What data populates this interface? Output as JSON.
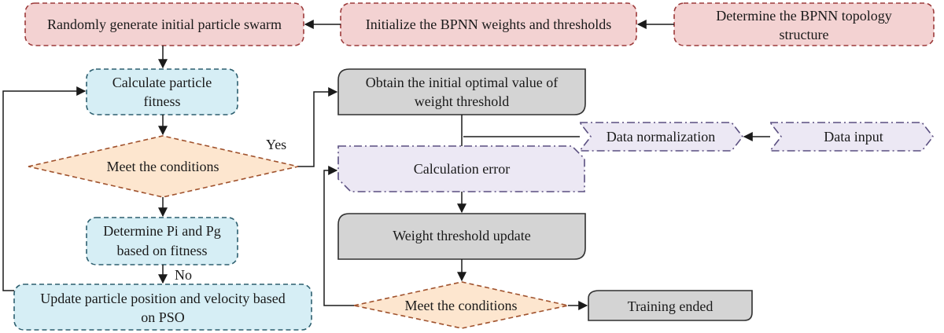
{
  "colors": {
    "red_fill": "#f3d2d2",
    "red_stroke": "#9c3a3a",
    "blue_fill": "#d6eef5",
    "blue_stroke": "#2d5f6f",
    "orange_fill": "#fde6cf",
    "orange_stroke": "#a0522d",
    "gray_fill": "#d4d4d4",
    "gray_stroke": "#303030",
    "purple_fill": "#ece8f4",
    "purple_stroke": "#5a4f80",
    "line": "#1a1a1a"
  },
  "nodes": {
    "random_swarm": "Randomly generate initial particle swarm",
    "init_weights": "Initialize the BPNN weights and thresholds",
    "topology_l1": "Determine the BPNN topology",
    "topology_l2": "structure",
    "calc_fitness_l1": "Calculate particle",
    "calc_fitness_l2": "fitness",
    "meet1": "Meet the conditions",
    "pi_pg_l1": "Determine Pi and Pg",
    "pi_pg_l2": "based on fitness",
    "update_l1": "Update particle position and velocity based",
    "update_l2": "on PSO",
    "initial_opt_l1": "Obtain the initial optimal value of",
    "initial_opt_l2": "weight threshold",
    "normalization": "Data normalization",
    "data_input": "Data input",
    "calc_error": "Calculation error",
    "weight_update": "Weight threshold update",
    "meet2": "Meet the conditions",
    "training_ended": "Training ended"
  },
  "edge_labels": {
    "yes": "Yes",
    "no": "No"
  }
}
